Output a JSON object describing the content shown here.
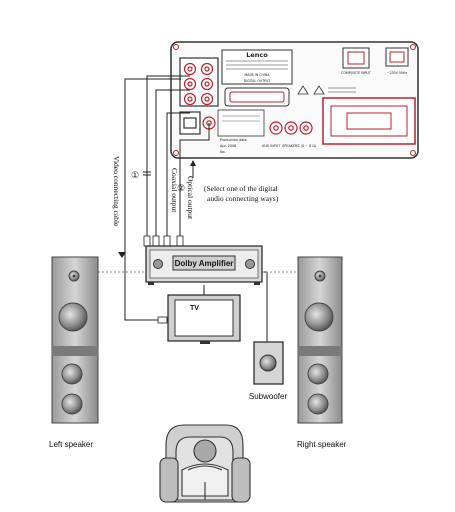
{
  "rear_panel": {
    "brand": "Lenco",
    "made_in": "MADE IN CHINA",
    "digital_output_label": "DIGITAL OUTPUT",
    "composite_label": "COMPOSITE INPUT",
    "voltage_label": "~230V 50Hz",
    "aux_label": "AUX INPUT",
    "speakers_label": "SPEAKERS (4 ~ 8 Ω)",
    "prod_date_label": "Production date",
    "prod_date_value": "Apr. 2008",
    "serial_label": "No."
  },
  "annotations": {
    "video_cable": "Video connecting cable",
    "coaxial_output": "Coaxial output",
    "optical_output": "Optical output",
    "select_note_line1": "(Select one of the digital",
    "select_note_line2": "audio connecting ways)",
    "marker_1": "①",
    "marker_2": "②"
  },
  "devices": {
    "amplifier": "Dolby Amplifier",
    "tv": "TV",
    "subwoofer": "Subwoofer",
    "left_speaker": "Left speaker",
    "right_speaker": "Right speaker"
  },
  "colors": {
    "panel_stroke": "#333333",
    "accent_red": "#c0202a",
    "speaker_gray": "#8c8c8c",
    "device_fill": "#e8e8e8"
  }
}
